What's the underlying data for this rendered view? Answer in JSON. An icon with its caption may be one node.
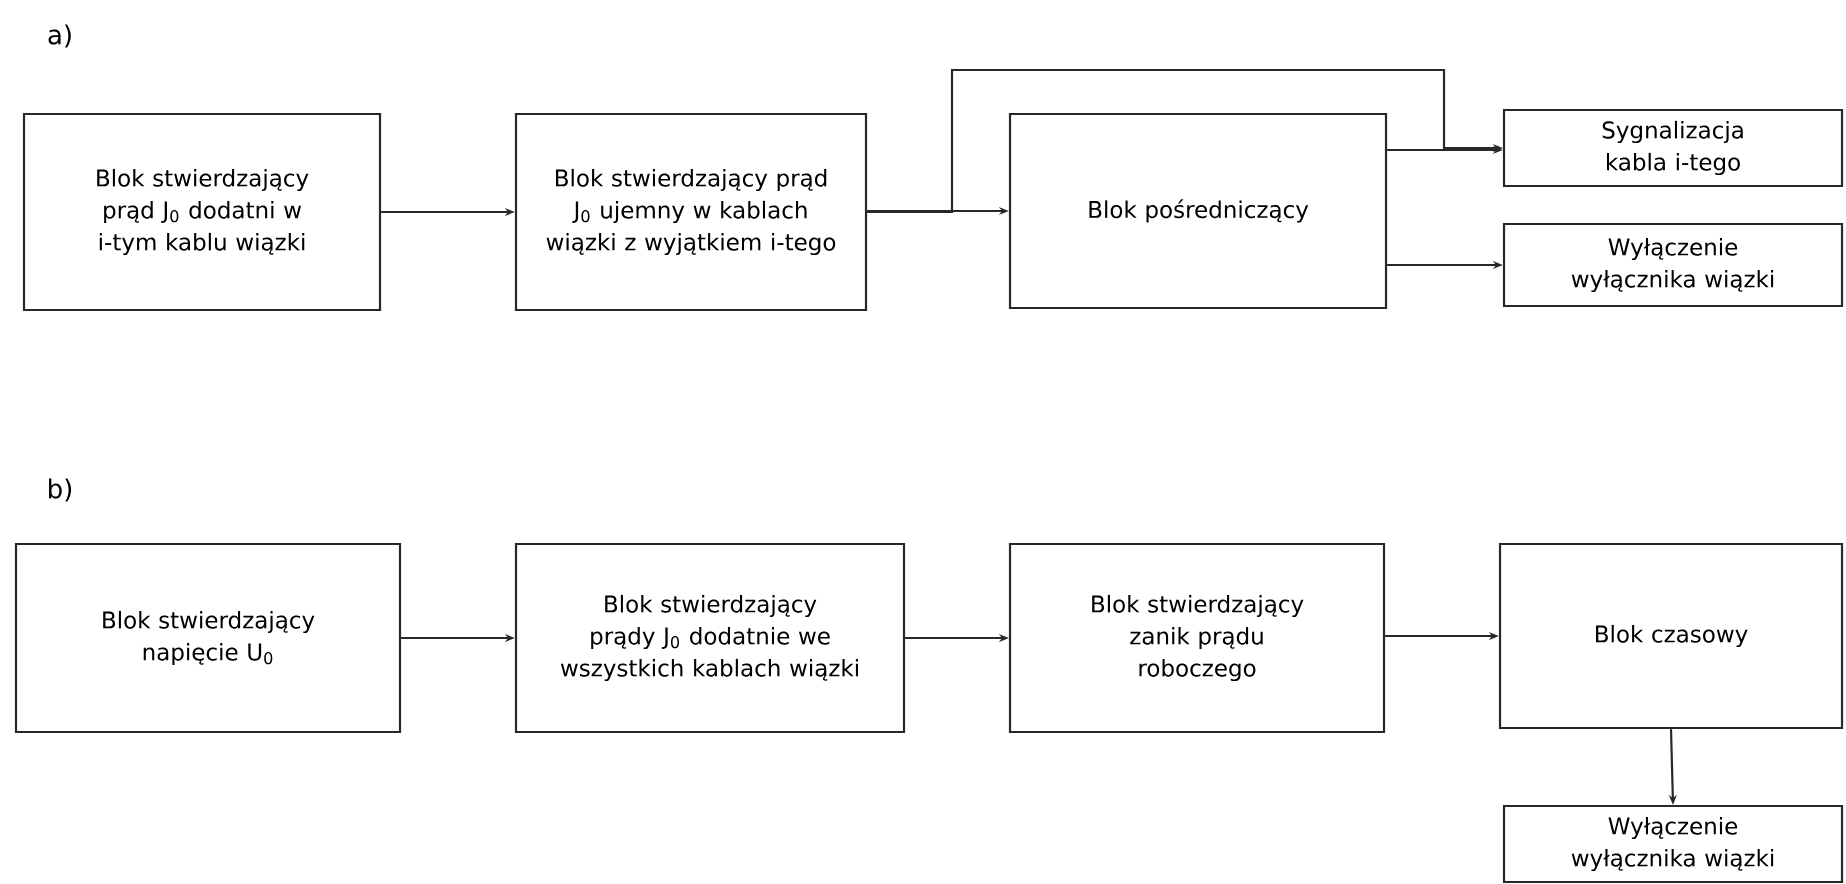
{
  "diagram": {
    "nodes": [
      {
        "text": [
          "Blok stwierdzający prąd J$_{0}$ dodatni w i-tym kablu wiązki"
        ]
      },
      {
        "text": [
          "Blok stwierdzający prąd J$_{0}$ ujemny w kablach wiązki z wyjątkiem i-tego"
        ]
      },
      {
        "text": [
          "Blok pośredniczący"
        ]
      },
      {
        "text": [
          "Sygnalizacja kabla i-tego"
        ]
      },
      {
        "text": [
          "Wyłączenie wyłącznika wiązki"
        ]
      },
      {
        "text": [
          "Blok stwierdzający napięcie U$_{0}$"
        ]
      },
      {
        "text": [
          "Blok stwierdzający prądy J$_{0}$ dodatnie we wszystkich kablach wiązki"
        ]
      },
      {
        "text": [
          "Blok stwierdzający zanik prądu roboczego"
        ]
      },
      {
        "text": [
          "Blok czasowy"
        ]
      },
      {
        "text": [
          "Wyłączenie wyłącznika wiązki"
        ]
      }
    ],
    "edges": [
      {
        "from": 0,
        "to": 1,
        "arrow": "to"
      },
      {
        "from": 1,
        "to": 2,
        "arrow": "to"
      },
      {
        "from": 1,
        "to": 3,
        "arrow": "to"
      },
      {
        "from": 2,
        "to": 3,
        "arrow": "to"
      },
      {
        "from": 2,
        "to": 4,
        "arrow": "to"
      },
      {
        "from": 5,
        "to": 6,
        "arrow": "to"
      },
      {
        "from": 6,
        "to": 7,
        "arrow": "to"
      },
      {
        "from": 7,
        "to": 8,
        "arrow": "to"
      },
      {
        "from": 8,
        "to": 9,
        "arrow": "to"
      }
    ],
    "labels": [
      "a)",
      "b)"
    ]
  }
}
